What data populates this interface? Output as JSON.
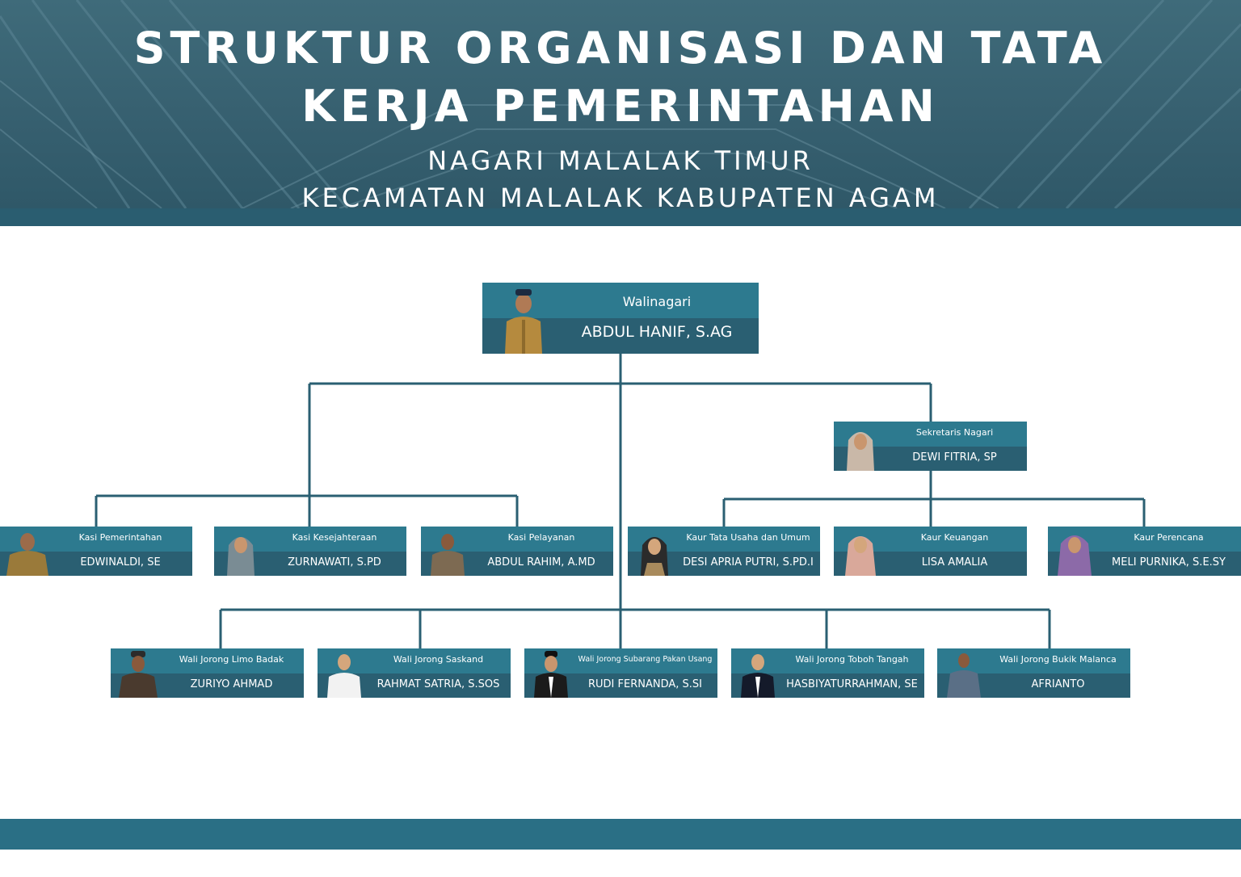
{
  "header": {
    "title_line1": "STRUKTUR ORGANISASI DAN TATA",
    "title_line2": "KERJA PEMERINTAHAN",
    "subtitle_line1": "NAGARI MALALAK TIMUR",
    "subtitle_line2": "KECAMATAN MALALAK KABUPATEN AGAM"
  },
  "colors": {
    "header_bg": "#3a6576",
    "band": "#2a5d70",
    "card_role": "#2d7a8f",
    "card_name": "#2a5f72",
    "connector": "#2a5f72",
    "footer": "#2a6f85"
  },
  "chart": {
    "head": {
      "role": "Walinagari",
      "name": "ABDUL HANIF, S.AG"
    },
    "secretary": {
      "role": "Sekretaris Nagari",
      "name": "DEWI FITRIA, SP"
    },
    "kasi": [
      {
        "role": "Kasi Pemerintahan",
        "name": "EDWINALDI, SE"
      },
      {
        "role": "Kasi Kesejahteraan",
        "name": "ZURNAWATI, S.PD"
      },
      {
        "role": "Kasi Pelayanan",
        "name": "ABDUL RAHIM, A.MD"
      }
    ],
    "kaur": [
      {
        "role": "Kaur Tata Usaha dan Umum",
        "name": "DESI APRIA PUTRI, S.PD.I"
      },
      {
        "role": "Kaur Keuangan",
        "name": "LISA AMALIA"
      },
      {
        "role": "Kaur Perencana",
        "name": "MELI PURNIKA, S.E.SY"
      }
    ],
    "wali_jorong": [
      {
        "role": "Wali Jorong Limo Badak",
        "name": "ZURIYO AHMAD"
      },
      {
        "role": "Wali Jorong Saskand",
        "name": "RAHMAT SATRIA, S.SOS"
      },
      {
        "role": "Wali Jorong Subarang Pakan Usang",
        "name": "RUDI FERNANDA, S.SI"
      },
      {
        "role": "Wali Jorong Toboh Tangah",
        "name": "HASBIYATURRAHMAN, SE"
      },
      {
        "role": "Wali Jorong Bukik Malanca",
        "name": "AFRIANTO"
      }
    ]
  }
}
